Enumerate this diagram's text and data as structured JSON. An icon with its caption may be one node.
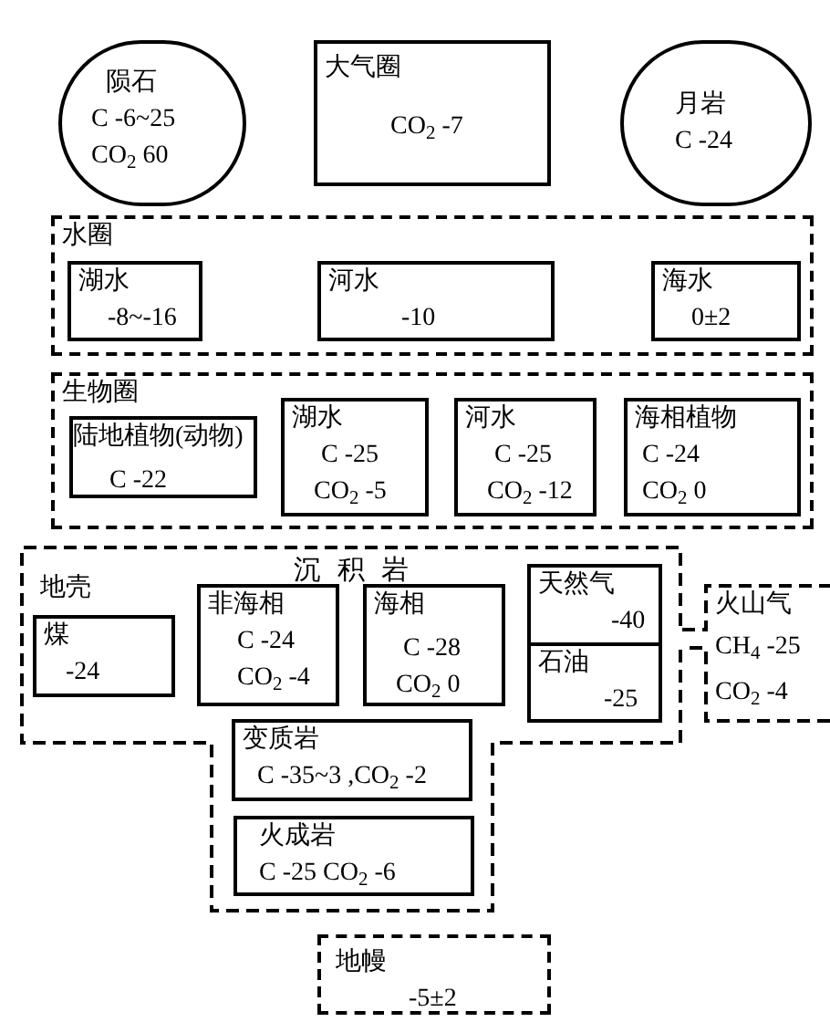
{
  "diagram": {
    "nodes": [
      {
        "text": [
          "陨石",
          "C -6~25",
          "CO$_{2}$ 60"
        ]
      },
      {
        "text": [
          "大气圈",
          "CO$_{2}$ -7"
        ]
      },
      {
        "text": [
          "月岩",
          "C -24"
        ]
      },
      {
        "text": [
          "水圈"
        ]
      },
      {
        "text": [
          "湖水",
          "-8~-16"
        ],
        "in": 3
      },
      {
        "text": [
          "河水",
          "-10"
        ],
        "in": 3
      },
      {
        "text": [
          "海水",
          "0±2"
        ],
        "in": 3
      },
      {
        "text": [
          "生物圈"
        ]
      },
      {
        "text": [
          "陆地植物(动物)",
          "C -22"
        ],
        "in": 7
      },
      {
        "text": [
          "湖水",
          "C -25",
          "CO$_{2}$ -5"
        ],
        "in": 7
      },
      {
        "text": [
          "河水",
          "C -25",
          "CO$_{2}$ -12"
        ],
        "in": 7
      },
      {
        "text": [
          "海相植物",
          "C -24",
          "CO$_{2}$ 0"
        ],
        "in": 7
      },
      {
        "text": [
          "地壳",
          "沉积岩"
        ]
      },
      {
        "text": [
          "煤",
          "-24"
        ],
        "in": 12
      },
      {
        "text": [
          "非海相",
          "C -24",
          "CO$_{2}$ -4"
        ],
        "in": 12
      },
      {
        "text": [
          "海相",
          "C -28",
          "CO$_{2}$ 0"
        ],
        "in": 12
      },
      {
        "text": [
          "天然气",
          "-40"
        ],
        "in": 12
      },
      {
        "text": [
          "石油",
          "-25"
        ],
        "in": 12
      },
      {
        "text": [
          "变质岩",
          "C -35~3 ,CO$_{2}$ -2"
        ],
        "in": 12
      },
      {
        "text": [
          "火成岩",
          "C -25 CO$_{2}$ -6"
        ],
        "in": 12
      },
      {
        "text": [
          "火山气",
          "CH$_{4}$ -25",
          "CO$_{2}$ -4"
        ]
      },
      {
        "text": [
          "地幔",
          "-5±2"
        ]
      }
    ]
  }
}
